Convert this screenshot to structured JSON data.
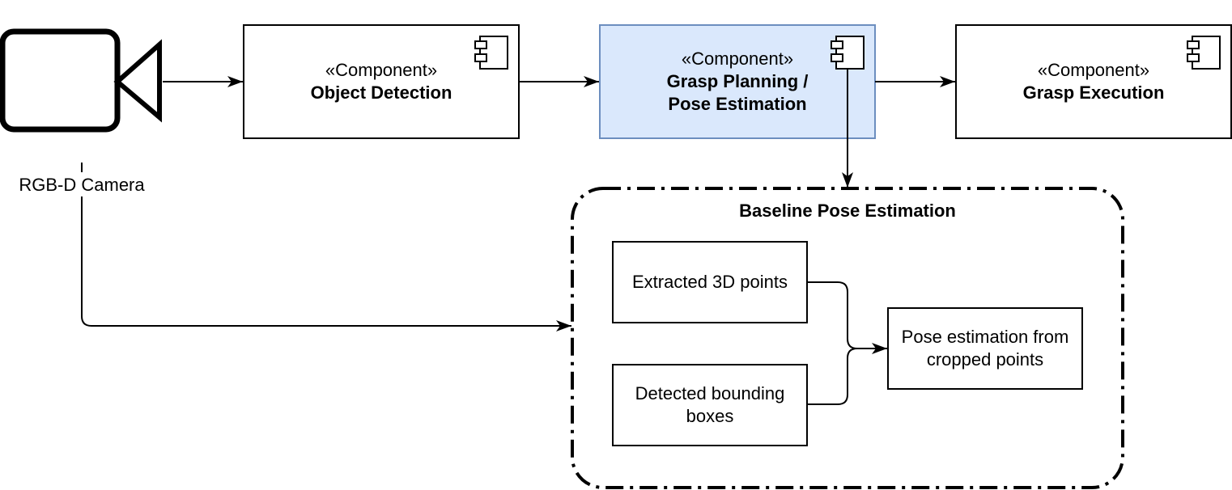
{
  "camera": {
    "label": "RGB-D Camera",
    "icon": "video-camera-icon"
  },
  "components": [
    {
      "stereotype": "«Component»",
      "name": "Object Detection",
      "fill": "#ffffff",
      "stroke": "#000000"
    },
    {
      "stereotype": "«Component»",
      "name": "Grasp Planning /\nPose Estimation",
      "fill": "#dae8fc",
      "stroke": "#6c8ebf"
    },
    {
      "stereotype": "«Component»",
      "name": "Grasp Execution",
      "fill": "#ffffff",
      "stroke": "#000000"
    }
  ],
  "baseline": {
    "title": "Baseline Pose Estimation",
    "boxes": {
      "extracted": "Extracted 3D points",
      "detected": "Detected bounding boxes",
      "pose": "Pose estimation from cropped points"
    }
  }
}
